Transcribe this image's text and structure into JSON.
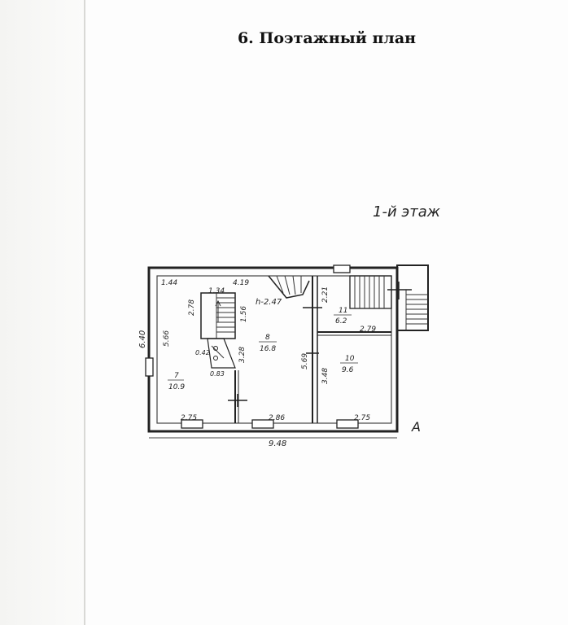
{
  "document": {
    "title": "6. Поэтажный план",
    "floor_label": "1-й этаж"
  },
  "plan": {
    "ceiling_height": "h-2.47",
    "axis_label": "А",
    "rooms": [
      {
        "number": "7",
        "area": "10.9"
      },
      {
        "number": "8",
        "area": "16.8"
      },
      {
        "number": "11",
        "area": "6.2"
      },
      {
        "number": "10",
        "area": "9.6"
      }
    ],
    "dimensions": {
      "total_width": "9.48",
      "total_height": "6.40",
      "top_left": "1.44",
      "stair_width": "1.34",
      "top_mid": "4.19",
      "left_inner": "5.66",
      "stair_length": "2.78",
      "stair_landing": "1.56",
      "step_small": "0.42",
      "step_small2": "0.83",
      "partition": "3.28",
      "room8_height": "5.69",
      "room11_height": "2.21",
      "room10_width": "2.79",
      "room10_height": "3.48",
      "bottom_left": "2.75",
      "bottom_mid": "2.86",
      "bottom_right": "2.75"
    }
  }
}
